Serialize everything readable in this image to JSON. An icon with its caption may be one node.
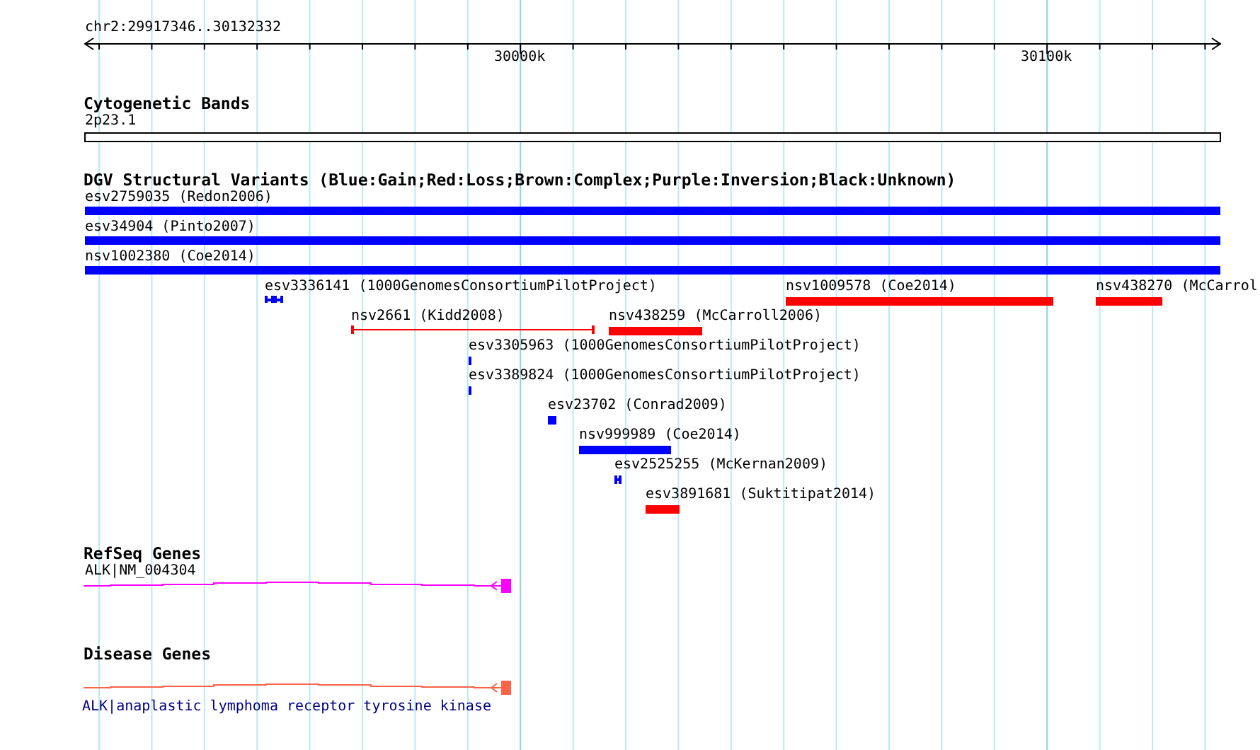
{
  "diagram": {
    "labels": [
      "chr2:29917346..30132332",
      "30000k",
      "30100k",
      "Cytogenetic Bands",
      "2p23.1",
      "DGV Structural Variants (Blue:Gain;Red:Loss;Brown:Complex;Purple:Inversion;Black:Unknown)",
      "esv2759035 (Redon2006)",
      "esv34904 (Pinto2007)",
      "nsv1002380 (Coe2014)",
      "esv3336141 (1000GenomesConsortiumPilotProject)",
      "nsv1009578 (Coe2014)",
      "nsv438270 (McCarrol",
      "nsv2661 (Kidd2008)",
      "nsv438259 (McCarroll2006)",
      "esv3305963 (1000GenomesConsortiumPilotProject)",
      "esv3389824 (1000GenomesConsortiumPilotProject)",
      "esv23702 (Conrad2009)",
      "nsv999989 (Coe2014)",
      "esv2525255 (McKernan2009)",
      "esv3891681 (Suktitipat2014)",
      "RefSeq Genes",
      "ALK|NM_004304",
      "Disease Genes",
      "ALK|anaplastic lymphoma receptor tyrosine kinase"
    ]
  }
}
